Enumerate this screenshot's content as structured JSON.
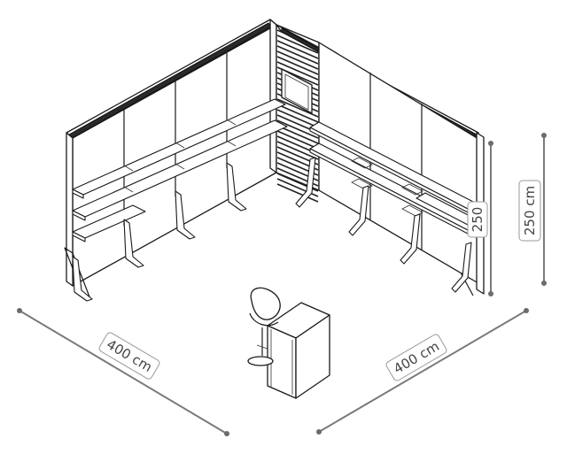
{
  "dimensions": {
    "width_left": "400 cm",
    "width_right": "400 cm",
    "height_outer": "250 cm",
    "height_inner": "250"
  },
  "colors": {
    "line": "#1a1a1a",
    "dimension": "#7a7a7a",
    "background": "#ffffff"
  }
}
